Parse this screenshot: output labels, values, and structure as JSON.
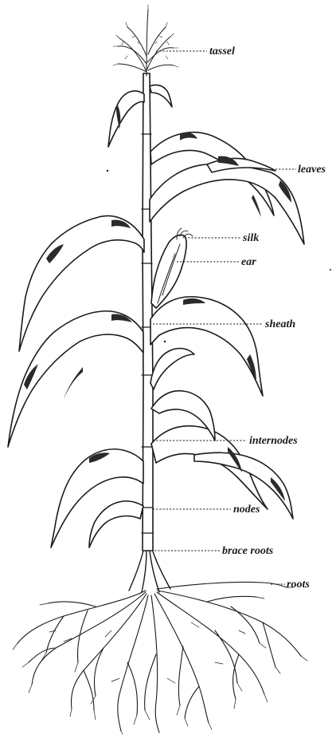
{
  "labels": {
    "tassel": "tassel",
    "leaves": "leaves",
    "silk": "silk",
    "ear": "ear",
    "sheath": "sheath",
    "internodes": "internodes",
    "nodes": "nodes",
    "brace_roots": "brace roots",
    "roots": "roots"
  },
  "colors": {
    "ink": "#1a1a1a",
    "paper": "#ffffff"
  }
}
